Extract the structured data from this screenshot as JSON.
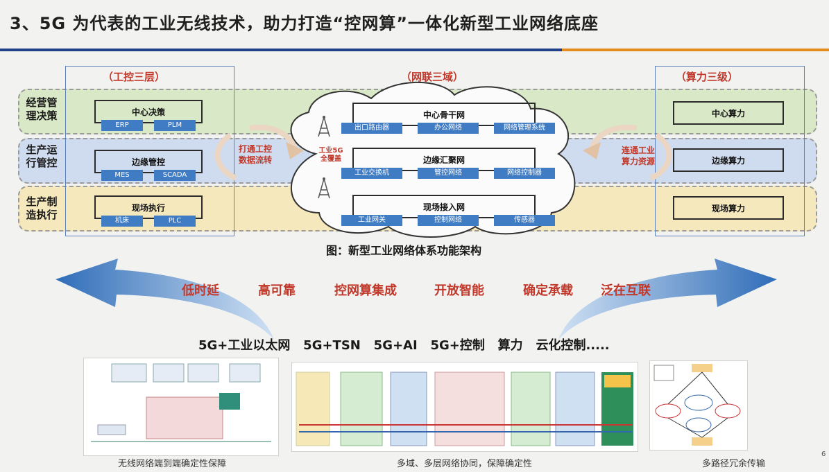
{
  "title": "3、5G 为代表的工业无线技术，助力打造“控网算”一体化新型工业网络底座",
  "groups": {
    "left": "（工控三层）",
    "center": "（网联三域）",
    "right": "（算力三级）"
  },
  "rows": [
    {
      "label_line1": "经营管",
      "label_line2": "理决策"
    },
    {
      "label_line1": "生产运",
      "label_line2": "行管控"
    },
    {
      "label_line1": "生产制",
      "label_line2": "造执行"
    }
  ],
  "left_boxes": [
    {
      "title": "中心决策",
      "tags": [
        "ERP",
        "PLM"
      ]
    },
    {
      "title": "边缘管控",
      "tags": [
        "MES",
        "SCADA"
      ]
    },
    {
      "title": "现场执行",
      "tags": [
        "机床",
        "PLC"
      ]
    }
  ],
  "center_boxes": [
    {
      "title": "中心骨干网",
      "tags": [
        "出口路由器",
        "办公网络",
        "网络管理系统"
      ]
    },
    {
      "title": "边缘汇聚网",
      "tags": [
        "工业交换机",
        "管控网络",
        "网络控制器"
      ]
    },
    {
      "title": "现场接入网",
      "tags": [
        "工业网关",
        "控制网络",
        "传感器"
      ]
    }
  ],
  "right_boxes": [
    "中心算力",
    "边缘算力",
    "现场算力"
  ],
  "left_arrow_text": {
    "line1": "打通工控",
    "line2": "数据流转"
  },
  "right_arrow_text": {
    "line1": "连通工业",
    "line2": "算力资源"
  },
  "center_5g_text": {
    "line1": "工业5G",
    "line2": "全覆盖"
  },
  "figure_caption": "图：新型工业网络体系功能架构",
  "features": [
    "低时延",
    "高可靠",
    "控网算集成",
    "开放智能",
    "确定承载",
    "泛在互联"
  ],
  "technologies": "5G+工业以太网   5G+TSN   5G+AI   5G+控制   算力   云化控制.....",
  "thumb_captions": [
    "无线网络端到端确定性保障",
    "多域、多层网络协同，保障确定性",
    "多路径冗余传输"
  ],
  "page_number": "6",
  "colors": {
    "accent_red": "#c0392b",
    "tag_blue": "#3f7cc4",
    "rule_blue": "#1f3f8a",
    "rule_orange": "#e58a1f"
  }
}
